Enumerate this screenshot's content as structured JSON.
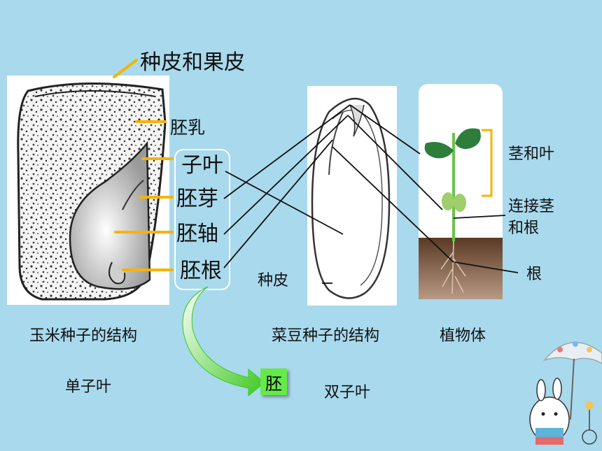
{
  "labels": {
    "seed_coat_pericarp": "种皮和果皮",
    "endosperm": "胚乳",
    "cotyledon": "子叶",
    "plumule": "胚芽",
    "hypocotyl": "胚轴",
    "radicle": "胚根",
    "bean_seed_coat": "种皮",
    "stem_leaf": "茎和叶",
    "connect_line1": "连接茎",
    "connect_line2": "和根",
    "root": "根"
  },
  "captions": {
    "corn_seed": "玉米种子的结构",
    "bean_seed": "菜豆种子的结构",
    "plant": "植物体",
    "monocot": "单子叶",
    "dicot": "双子叶"
  },
  "embryo": "胚",
  "colors": {
    "background": "#a9d9ec",
    "pointer_orange": "#f5b400",
    "arrow_green": "#4fd02a",
    "embryo_box": "#66e94a"
  }
}
